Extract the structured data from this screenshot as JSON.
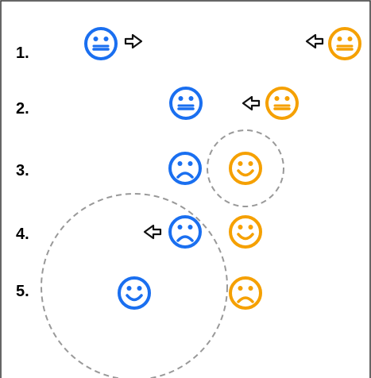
{
  "colors": {
    "blue": "#1a6ff0",
    "orange": "#f5a000",
    "arrow_stroke": "#111111",
    "circle_stroke": "#999999",
    "frame_stroke": "#333333"
  },
  "rows": [
    {
      "label": "1.",
      "blue": {
        "face": "neutral",
        "arrow": "right"
      },
      "orange": {
        "face": "neutral",
        "arrow": "left"
      }
    },
    {
      "label": "2.",
      "blue": {
        "face": "neutral",
        "arrow": "none"
      },
      "orange": {
        "face": "neutral",
        "arrow": "left"
      }
    },
    {
      "label": "3.",
      "blue": {
        "face": "sad",
        "arrow": "none"
      },
      "orange": {
        "face": "happy",
        "arrow": "none"
      },
      "dashed_circle_around": "orange"
    },
    {
      "label": "4.",
      "blue": {
        "face": "sad",
        "arrow": "left"
      },
      "orange": {
        "face": "happy",
        "arrow": "none"
      }
    },
    {
      "label": "5.",
      "blue": {
        "face": "happy",
        "arrow": "none"
      },
      "orange": {
        "face": "sad",
        "arrow": "none"
      },
      "dashed_circle_around": "blue"
    }
  ]
}
